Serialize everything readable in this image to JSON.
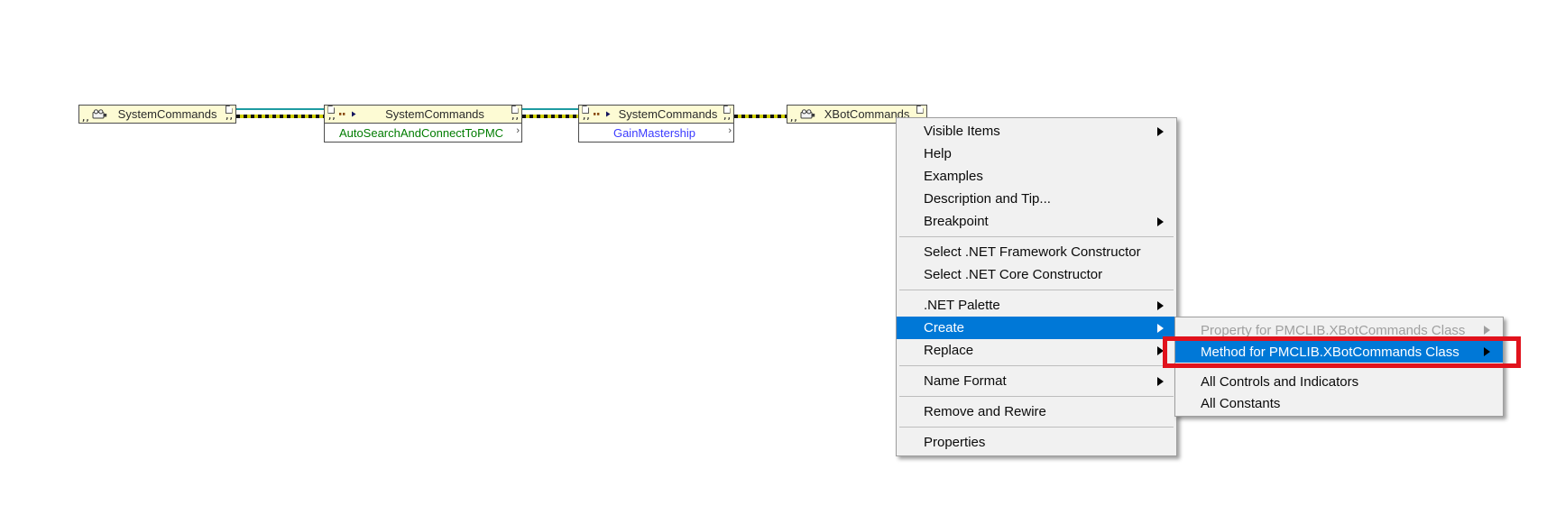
{
  "diagram": {
    "terminal_glyph": ",,",
    "trunc_mark": "›",
    "nodes": [
      {
        "kind": "constructor-node",
        "title": "SystemCommands"
      },
      {
        "kind": "invoke-node",
        "title": "SystemCommands",
        "method": "AutoSearchAndConnectToPMC"
      },
      {
        "kind": "invoke-node",
        "title": "SystemCommands",
        "method": "GainMastership"
      },
      {
        "kind": "constructor-node",
        "title": "XBotCommands"
      }
    ],
    "colors": {
      "node_fill": "#fdfbd4",
      "reference_wire": "#1e9ba1",
      "error_wire": "#cfcf00",
      "method_green": "#007c00",
      "method_blue": "#3b3bff"
    }
  },
  "context_menu": {
    "highlight_color": "#0078d7",
    "items": [
      {
        "label": "Visible Items"
      },
      {
        "label": "Help"
      },
      {
        "label": "Examples"
      },
      {
        "label": "Description and Tip..."
      },
      {
        "label": "Breakpoint"
      },
      {
        "label": "Select .NET Framework Constructor"
      },
      {
        "label": "Select .NET Core Constructor"
      },
      {
        "label": ".NET Palette"
      },
      {
        "label": "Create"
      },
      {
        "label": "Replace"
      },
      {
        "label": "Name Format"
      },
      {
        "label": "Remove and Rewire"
      },
      {
        "label": "Properties"
      }
    ]
  },
  "submenu": {
    "items": [
      {
        "label": "Property for PMCLIB.XBotCommands Class"
      },
      {
        "label": "Method for PMCLIB.XBotCommands Class"
      },
      {
        "label": "All Controls and Indicators"
      },
      {
        "label": "All Constants"
      }
    ]
  },
  "annotation": {
    "color": "#e1121c"
  }
}
